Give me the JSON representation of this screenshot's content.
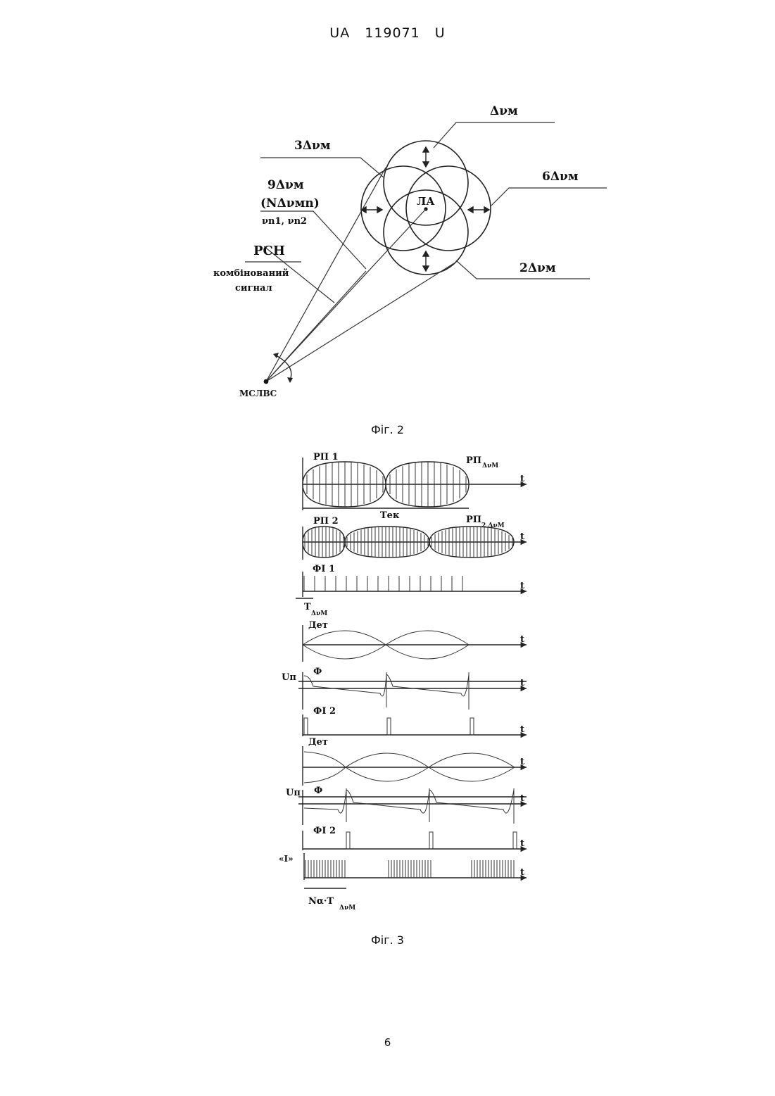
{
  "header": {
    "patent_no": "UA 119071 U"
  },
  "fig2": {
    "caption": "Фіг. 2",
    "labels": {
      "dv": "Δνм",
      "dv3": "3Δνм",
      "dv9": "9Δνм",
      "ndv": "(NΔνмn)",
      "vn": "νn1, νn2",
      "dv6": "6Δνм",
      "rsn": "РСН",
      "combined1": "комбінований",
      "combined2": "сигнал",
      "la": "ЛА",
      "dv2": "2Δνм",
      "source": "МСЛВС"
    }
  },
  "fig3": {
    "caption": "Фіг. 3",
    "labels": {
      "rp1": "РП 1",
      "rp_dv": "РП",
      "rp_dv_sub": "ΔνМ",
      "tek": "Tек",
      "rp2": "РП 2",
      "rp2_dv": "РП",
      "rp2_dv_sub": "2 ΔνМ",
      "fi1": "ФІ 1",
      "t_dv": "T",
      "t_dv_sub": "ΔνМ",
      "det1": "Дет",
      "un1": "Uп",
      "phi1": "Ф",
      "fi2a": "ФІ 2",
      "det2": "Дет",
      "un2": "Uп",
      "phi2": "Ф",
      "fi2b": "ФІ 2",
      "one": "«І»",
      "n_alpha": "Nα·T",
      "n_alpha_sub": "ΔνМ",
      "t": "t"
    }
  },
  "page": {
    "number": "6"
  }
}
